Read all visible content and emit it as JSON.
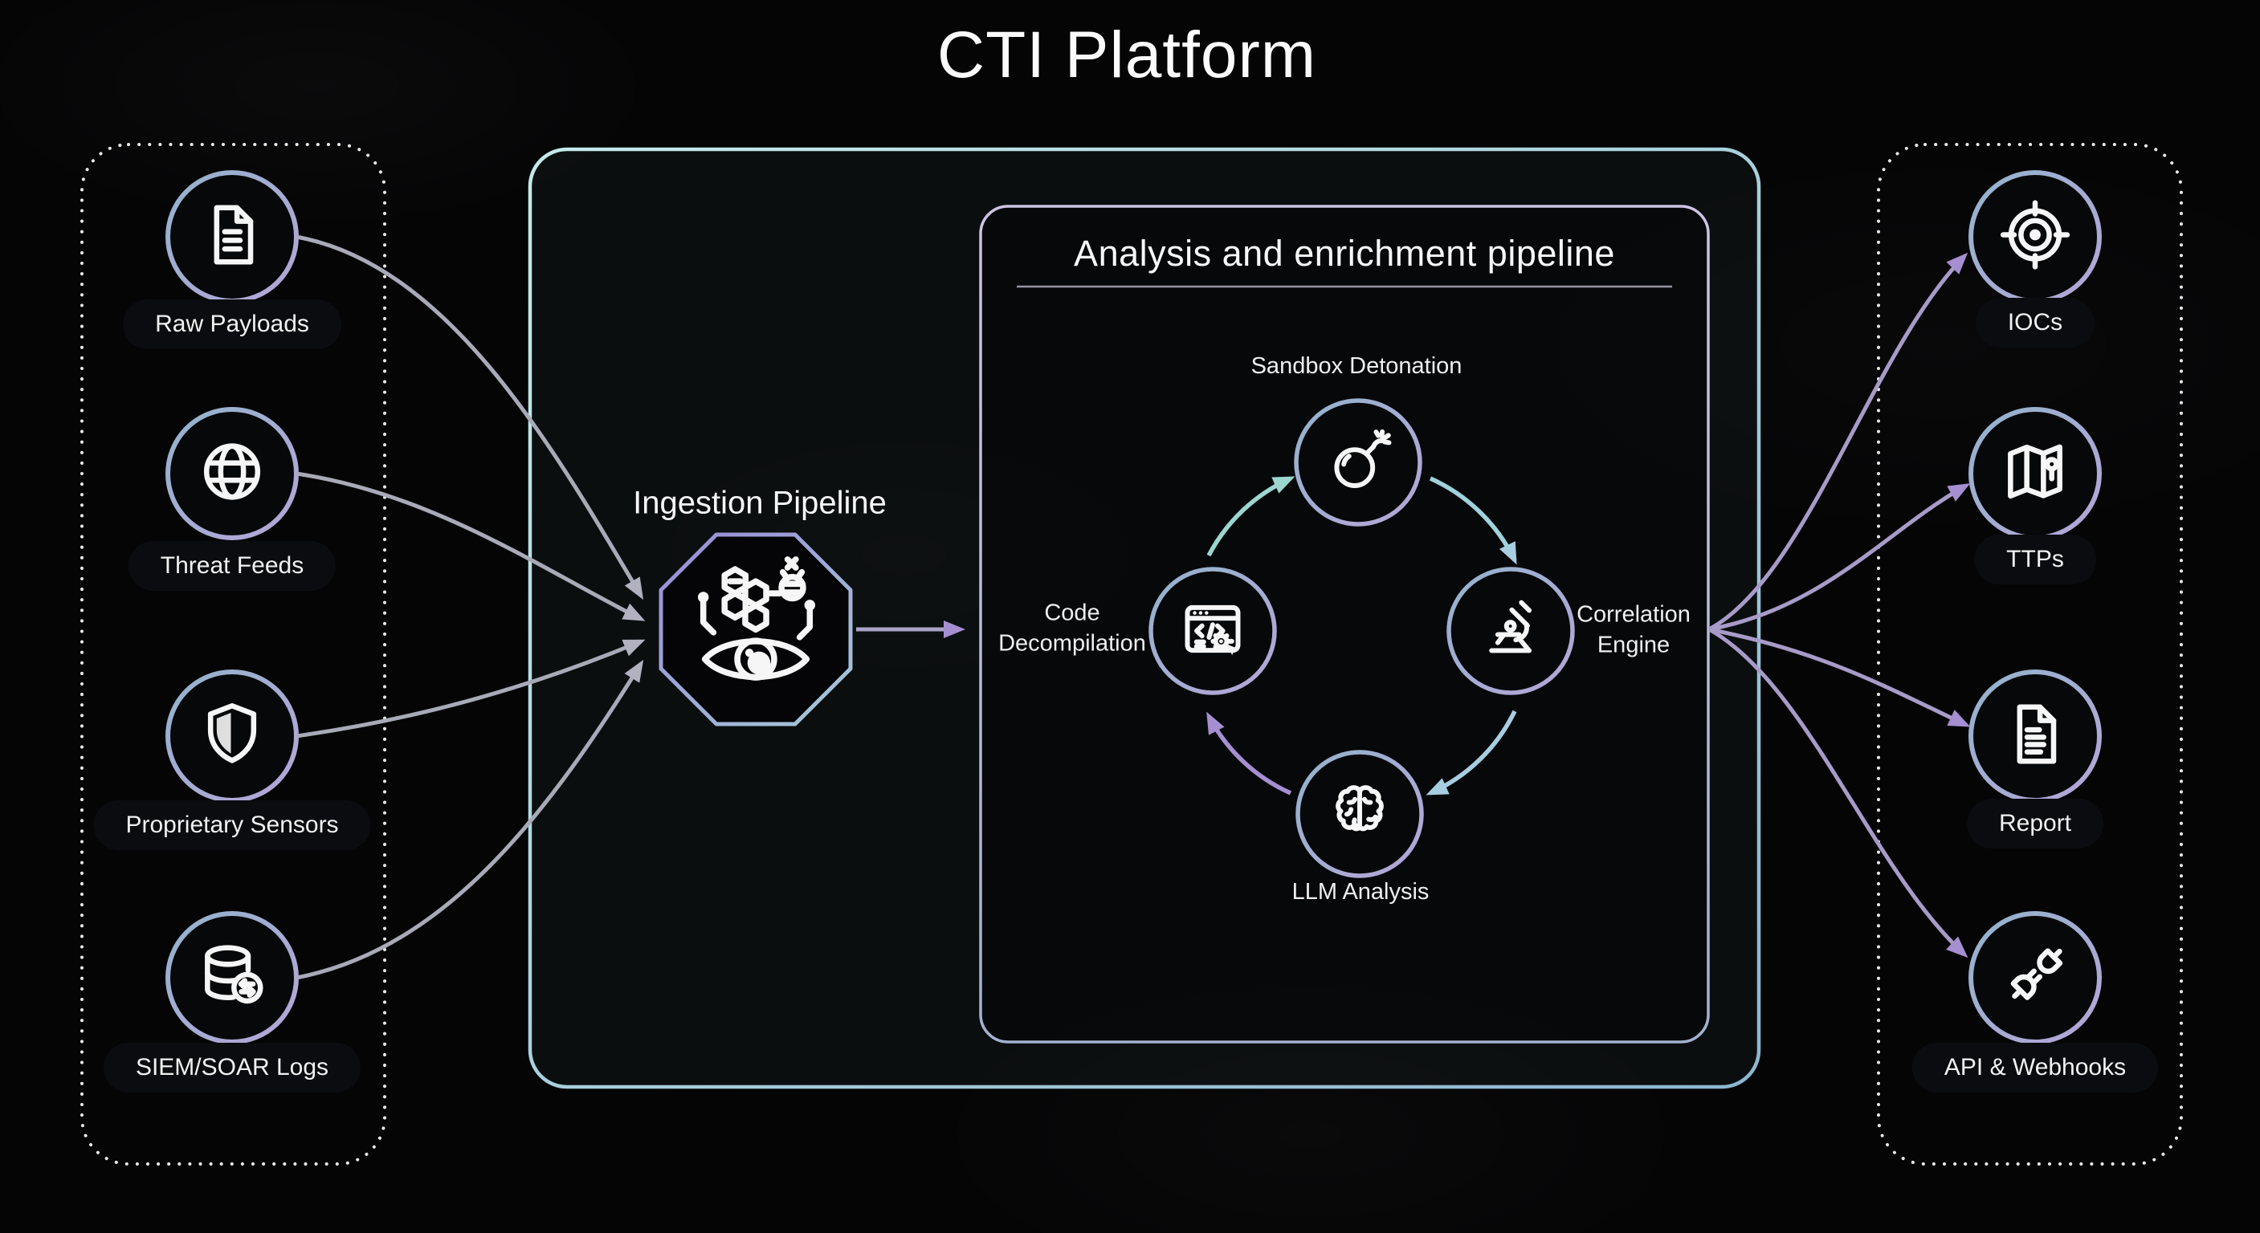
{
  "title": "CTI Platform",
  "sources": {
    "items": [
      {
        "label": "Raw Payloads",
        "icon": "document-icon"
      },
      {
        "label": "Threat Feeds",
        "icon": "globe-icon"
      },
      {
        "label": "Proprietary Sensors",
        "icon": "shield-icon"
      },
      {
        "label": "SIEM/SOAR Logs",
        "icon": "database-sync-icon"
      }
    ]
  },
  "ingestion": {
    "label": "Ingestion Pipeline",
    "icon": "threat-eye-icon"
  },
  "analysis": {
    "title": "Analysis and enrichment pipeline",
    "nodes": [
      {
        "label": "Sandbox Detonation",
        "icon": "bomb-icon"
      },
      {
        "label": "Correlation Engine",
        "icon": "microscope-icon"
      },
      {
        "label": "LLM Analysis",
        "icon": "brain-icon"
      },
      {
        "label": "Code Decompilation",
        "icon": "code-window-icon"
      }
    ]
  },
  "outputs": {
    "items": [
      {
        "label": "IOCs",
        "icon": "target-icon"
      },
      {
        "label": "TTPs",
        "icon": "map-icon"
      },
      {
        "label": "Report",
        "icon": "report-document-icon"
      },
      {
        "label": "API & Webhooks",
        "icon": "plug-icon"
      }
    ]
  },
  "colors": {
    "background": "#050506",
    "outer_border_teal": "#a9d7dc",
    "inner_border_lavender": "#b7abd6",
    "ring_blue": "#93b3cc",
    "ring_purple": "#b6a5d8",
    "arrow_silver": "#a9aab8",
    "arrow_purple": "#a58fd0",
    "arrow_teal": "#9cd6cf",
    "arrow_blue": "#a7cee0",
    "text": "#f2f2f2"
  }
}
